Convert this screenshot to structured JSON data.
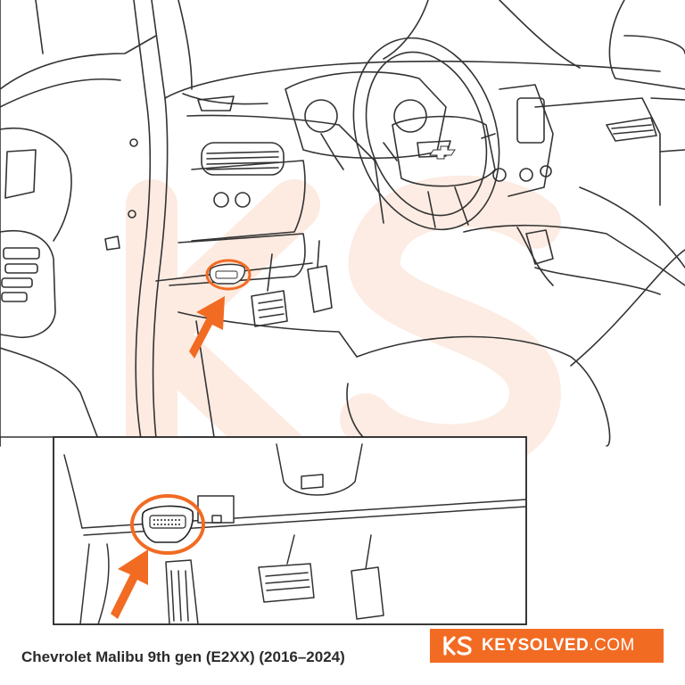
{
  "caption": {
    "title": "Chevrolet Malibu 9th gen (E2XX) (2016–2024)"
  },
  "brand": {
    "name_bold": "KEYSOLVED",
    "name_suffix": ".COM",
    "accent_color": "#f26b23",
    "logo_icon": "ks-monogram-icon"
  },
  "illustration": {
    "subject": "car-interior-driver-side-line-art",
    "highlight_color": "#f26b23",
    "icons": [
      "steering-wheel-icon",
      "obd-port-icon",
      "pointer-arrow-icon",
      "chevrolet-bowtie-icon"
    ]
  }
}
